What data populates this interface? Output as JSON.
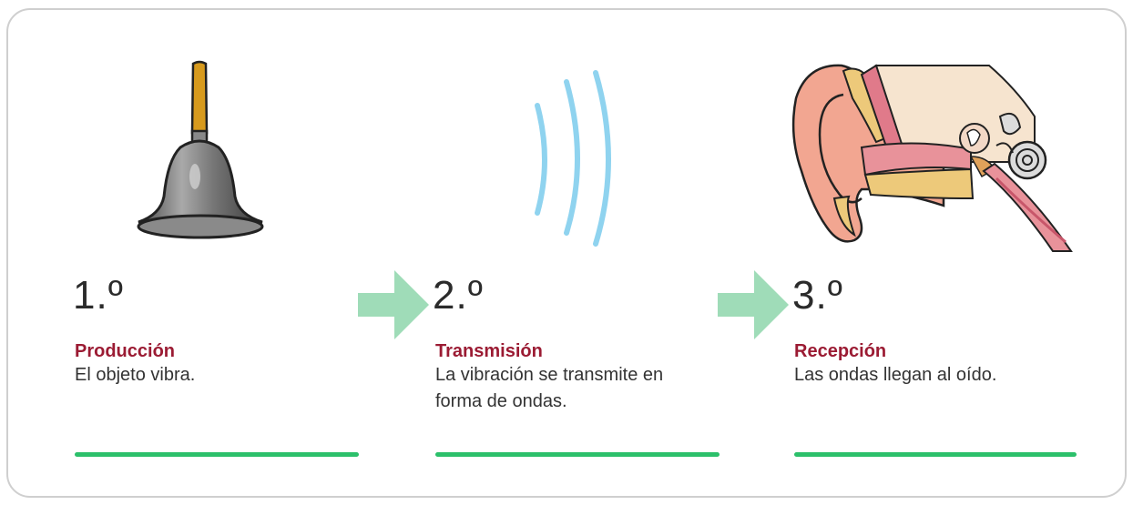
{
  "steps": [
    {
      "number": "1.º",
      "title": "Producción",
      "description": "El objeto vibra.",
      "image": "bell-illustration"
    },
    {
      "number": "2.º",
      "title": "Transmisión",
      "description": "La vibración se transmite en forma de ondas.",
      "image": "sound-waves-illustration"
    },
    {
      "number": "3.º",
      "title": "Recepción",
      "description": "Las ondas llegan al oído.",
      "image": "ear-anatomy-illustration"
    }
  ],
  "colors": {
    "title": "#9b1b33",
    "bar": "#2cc06b",
    "arrow": "#9fdcb8",
    "waves": "#8fd3ef"
  }
}
